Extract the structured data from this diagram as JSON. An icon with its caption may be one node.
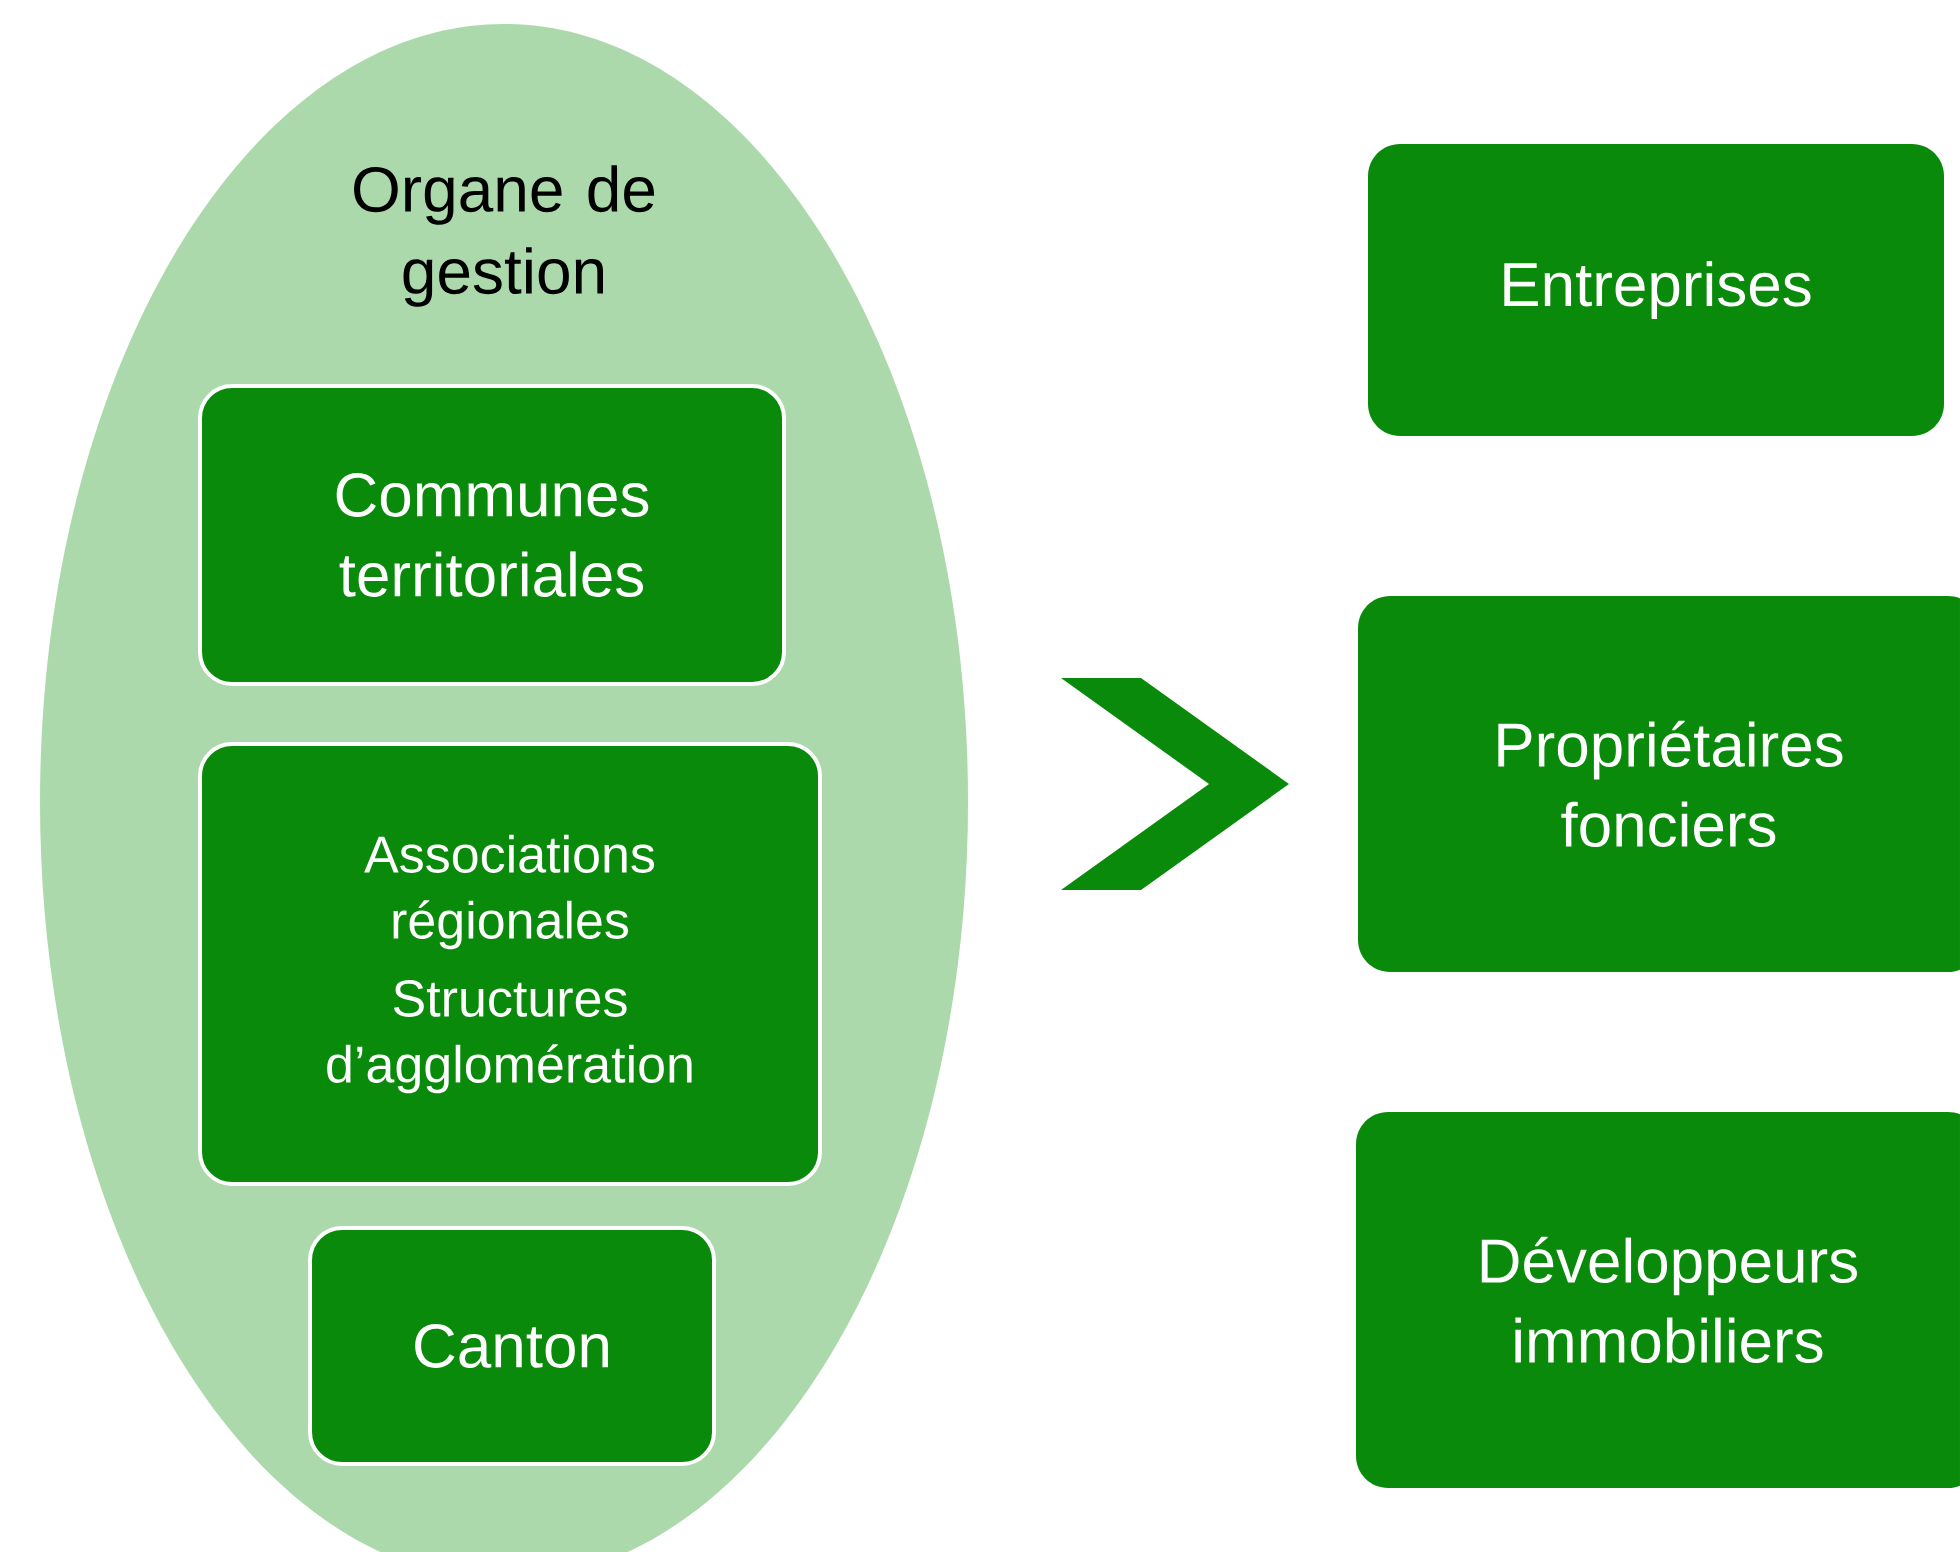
{
  "diagram": {
    "nodes": [
      {
        "text": [
          "Organe de gestion"
        ]
      },
      {
        "text": [
          "Communes territoriales"
        ],
        "in": 0
      },
      {
        "text": [
          "Associations régionales",
          "Structures d’agglomération"
        ],
        "in": 0
      },
      {
        "text": [
          "Canton"
        ],
        "in": 0
      },
      {
        "text": [
          "Entreprises"
        ]
      },
      {
        "text": [
          "Propriétaires fonciers"
        ]
      },
      {
        "text": [
          "Développeurs immobiliers"
        ]
      }
    ],
    "edges": [
      {
        "from": 0,
        "to": 5,
        "arrow": "to"
      }
    ]
  }
}
